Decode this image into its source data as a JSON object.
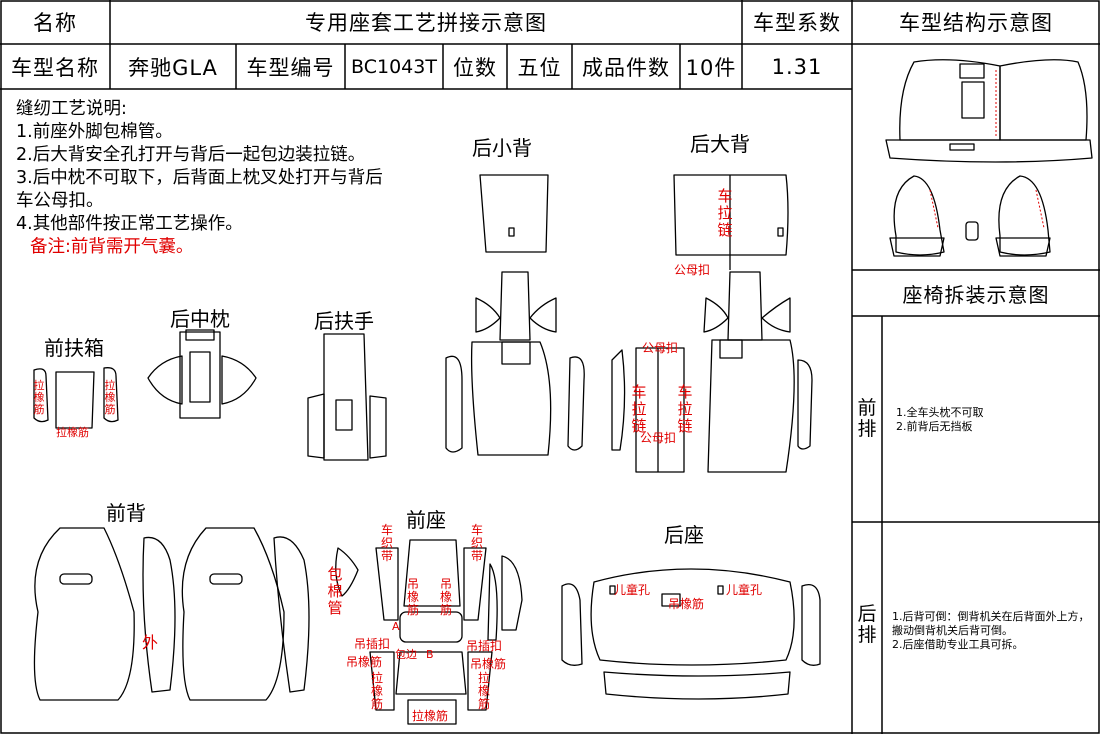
{
  "header": {
    "name_label": "名称",
    "title": "专用座套工艺拼接示意图",
    "coef_label": "车型系数",
    "structure_label": "车型结构示意图"
  },
  "info": {
    "model_name_label": "车型名称",
    "model_name": "奔驰GLA",
    "model_no_label": "车型编号",
    "model_no": "BC1043T",
    "seats_label": "位数",
    "seats": "五位",
    "pieces_label": "成品件数",
    "pieces": "10件",
    "coef": "1.31"
  },
  "notes": {
    "title": "缝纫工艺说明:",
    "items": [
      "1.前座外脚包棉管。",
      "2.后大背安全孔打开与背后一起包边装拉链。",
      "3.后中枕不可取下，后背面上枕叉处打开与背后",
      "车公母扣。",
      "4.其他部件按正常工艺操作。"
    ],
    "remark": "备注:前背需开气囊。"
  },
  "sections": {
    "rear_small_back": "后小背",
    "rear_big_back": "后大背",
    "rear_mid_pillow": "后中枕",
    "rear_armrest": "后扶手",
    "front_armbox": "前扶箱",
    "front_back": "前背",
    "front_seat": "前座",
    "rear_seat": "后座"
  },
  "annotations": {
    "zipper": "车拉链",
    "snap": "公母扣",
    "elastic": "拉橡筋",
    "child": "儿童孔",
    "hang_elastic": "吊橡筋",
    "hang_plug": "吊插扣",
    "cotton": "包棉管",
    "outer": "外",
    "belt": "车织带",
    "wrap": "包边",
    "a": "A",
    "b": "B"
  },
  "right_panel": {
    "disassembly_title": "座椅拆装示意图",
    "front_row_label": "前排",
    "front_notes": [
      "1.全车头枕不可取",
      "2.前背后无挡板"
    ],
    "rear_row_label": "后排",
    "rear_notes": [
      "1.后背可倒：倒背机关在后背面外上方，搬动倒背机关后背可倒。",
      "2.后座借助专业工具可拆。"
    ]
  },
  "colors": {
    "line": "#000000",
    "annotation": "#e00000"
  }
}
